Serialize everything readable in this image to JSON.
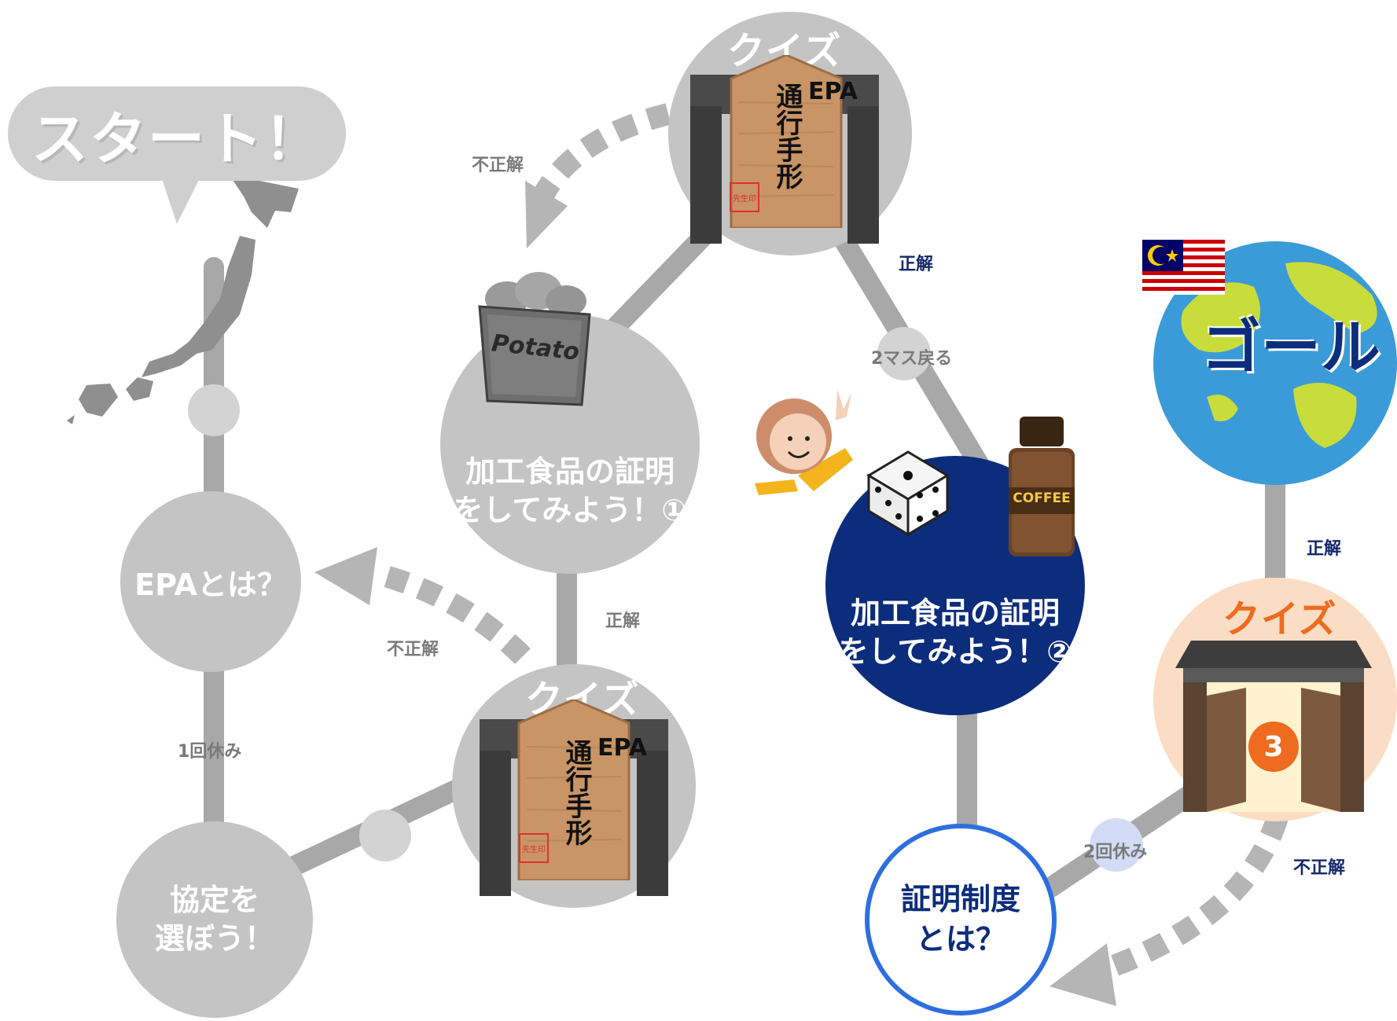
{
  "start": {
    "label": "スタート！"
  },
  "steps": {
    "what_is_epa": "EPAとは？",
    "choose_agreement": [
      "協定を",
      "選ぼう！"
    ],
    "proof_1": [
      "加工食品の証明",
      "をしてみよう！①"
    ],
    "proof_2": [
      "加工食品の証明",
      "をしてみよう！②"
    ],
    "certification": [
      "証明制度",
      "とは？"
    ]
  },
  "quiz": {
    "label": "クイズ",
    "gate_number": "3"
  },
  "tablet": {
    "line1": "EPA",
    "line2": "通行手形",
    "seal": "先生印"
  },
  "goal": {
    "label": "ゴール"
  },
  "products": {
    "potato": "Potato",
    "coffee": "COFFEE"
  },
  "edge_labels": {
    "correct_1": "正解",
    "correct_2": "正解",
    "correct_3": "正解",
    "incorrect_1": "不正解",
    "incorrect_2": "不正解",
    "incorrect_3": "不正解",
    "rest_1": "1回休み",
    "rest_2": "2回休み",
    "back_2": "2マス戻る"
  },
  "colors": {
    "gray_node": "#c4c4c4",
    "path_gray": "#a8a8a8",
    "navy": "#0c2d7c",
    "blue_ring": "#2e6fe0",
    "quiz_peach": "#fbdcc4",
    "quiz_orange": "#ee6b1f",
    "ocean": "#3b9bd8",
    "land": "#c8dc3c"
  },
  "icons": [
    "japan-map-icon",
    "potato-chips-icon",
    "coffee-jar-icon",
    "dice-icon",
    "smiling-person-icon",
    "malaysia-flag-icon",
    "globe-icon",
    "gate-closed-icon",
    "gate-open-icon",
    "wooden-tablet-icon"
  ]
}
